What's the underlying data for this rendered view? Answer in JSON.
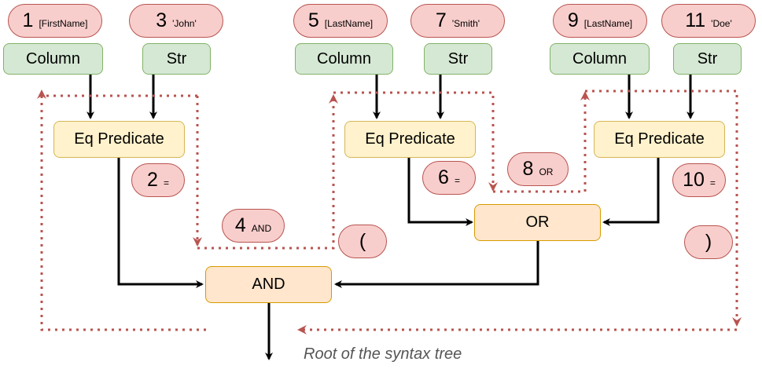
{
  "colors": {
    "operand": "#d5e8d4",
    "predicate": "#fff2cc",
    "operator": "#ffe6cc",
    "token": "#f8cecc",
    "traversal": "#b85450",
    "edge": "#000000"
  },
  "tokens": [
    {
      "num": "1",
      "text": "[FirstName]"
    },
    {
      "num": "2",
      "text": "="
    },
    {
      "num": "3",
      "text": "'John'"
    },
    {
      "num": "4",
      "text": "AND"
    },
    {
      "num": "5",
      "text": "[LastName]"
    },
    {
      "num": "6",
      "text": "="
    },
    {
      "num": "7",
      "text": "'Smith'"
    },
    {
      "num": "8",
      "text": "OR"
    },
    {
      "num": "9",
      "text": "[LastName]"
    },
    {
      "num": "10",
      "text": "="
    },
    {
      "num": "11",
      "text": "'Doe'"
    },
    {
      "num": "",
      "text": "("
    },
    {
      "num": "",
      "text": ")"
    }
  ],
  "nodes": {
    "column1": "Column",
    "str1": "Str",
    "column2": "Column",
    "str2": "Str",
    "column3": "Column",
    "str3": "Str",
    "eq1": "Eq Predicate",
    "eq2": "Eq Predicate",
    "eq3": "Eq Predicate",
    "or": "OR",
    "and": "AND"
  },
  "caption": "Root of the syntax tree"
}
